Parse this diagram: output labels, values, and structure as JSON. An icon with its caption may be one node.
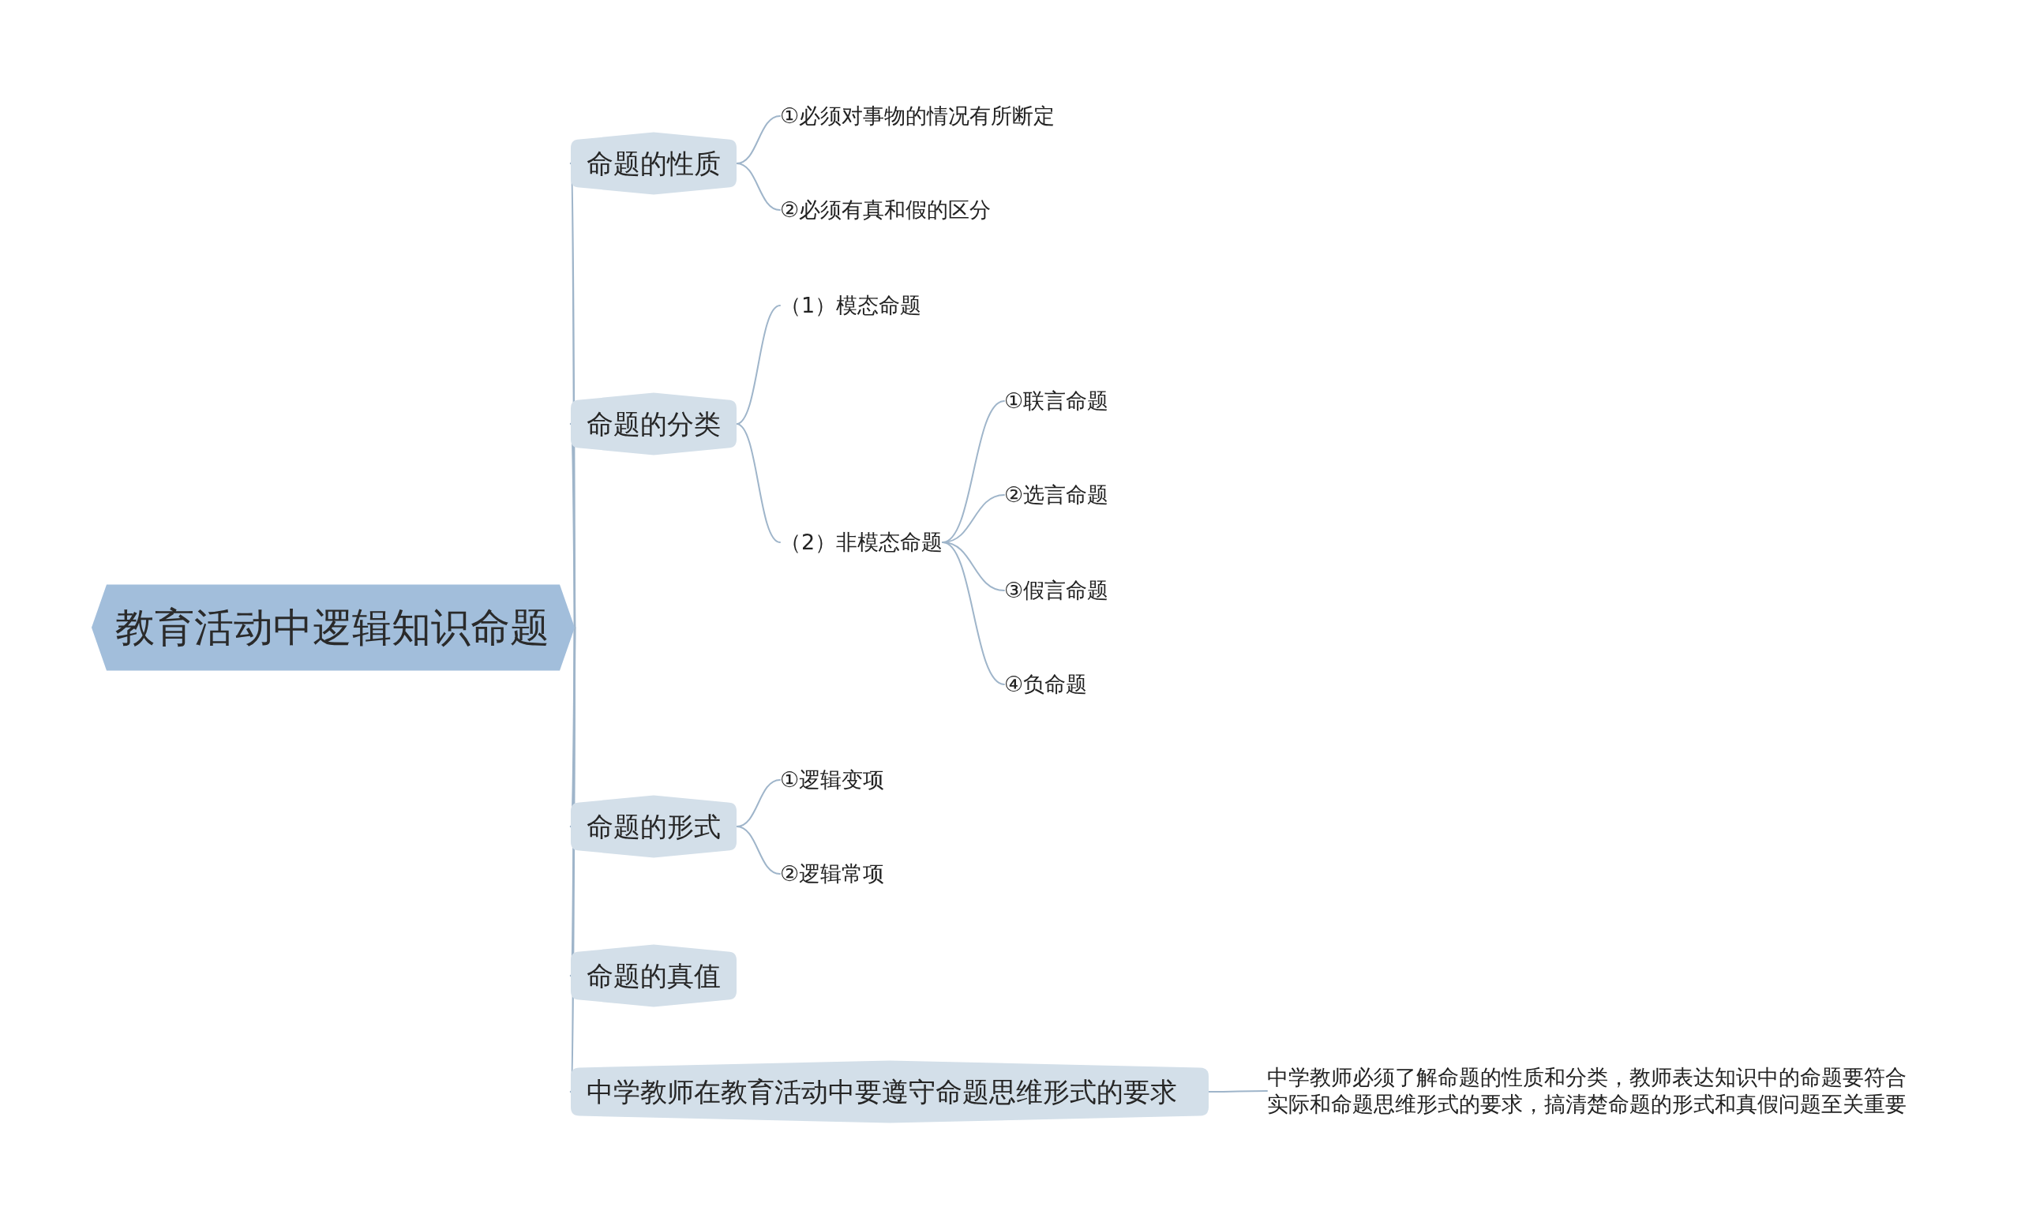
{
  "diagram": {
    "nodes": [
      {
        "text": [
          "教育活动中逻辑知识命题"
        ]
      },
      {
        "text": [
          "命题的性质"
        ]
      },
      {
        "text": [
          "①必须对事物的情况有所断定"
        ]
      },
      {
        "text": [
          "②必须有真和假的区分"
        ]
      },
      {
        "text": [
          "命题的分类"
        ]
      },
      {
        "text": [
          "（1）模态命题"
        ]
      },
      {
        "text": [
          "（2）非模态命题"
        ]
      },
      {
        "text": [
          "①联言命题"
        ]
      },
      {
        "text": [
          "②选言命题"
        ]
      },
      {
        "text": [
          "③假言命题"
        ]
      },
      {
        "text": [
          "④负命题"
        ]
      },
      {
        "text": [
          "命题的形式"
        ]
      },
      {
        "text": [
          "①逻辑变项"
        ]
      },
      {
        "text": [
          "②逻辑常项"
        ]
      },
      {
        "text": [
          "命题的真值"
        ]
      },
      {
        "text": [
          "中学教师在教育活动中要遵守命题思维形式的要求"
        ]
      },
      {
        "text": [
          "中学教师必须了解命题的性质和分类，教师表达知识中的命题要符合实际和命题思维形式的要求，搞清楚命题的形式和真假问题至关重要"
        ]
      }
    ],
    "edges": [
      {
        "from": 0,
        "to": 1,
        "arrow": "none"
      },
      {
        "from": 1,
        "to": 2,
        "arrow": "none"
      },
      {
        "from": 1,
        "to": 3,
        "arrow": "none"
      },
      {
        "from": 0,
        "to": 4,
        "arrow": "none"
      },
      {
        "from": 4,
        "to": 5,
        "arrow": "none"
      },
      {
        "from": 4,
        "to": 6,
        "arrow": "none"
      },
      {
        "from": 6,
        "to": 7,
        "arrow": "none"
      },
      {
        "from": 6,
        "to": 8,
        "arrow": "none"
      },
      {
        "from": 6,
        "to": 9,
        "arrow": "none"
      },
      {
        "from": 6,
        "to": 10,
        "arrow": "none"
      },
      {
        "from": 0,
        "to": 11,
        "arrow": "none"
      },
      {
        "from": 11,
        "to": 12,
        "arrow": "none"
      },
      {
        "from": 11,
        "to": 13,
        "arrow": "none"
      },
      {
        "from": 0,
        "to": 14,
        "arrow": "none"
      },
      {
        "from": 0,
        "to": 15,
        "arrow": "none"
      },
      {
        "from": 15,
        "to": 16,
        "arrow": "none"
      }
    ]
  }
}
